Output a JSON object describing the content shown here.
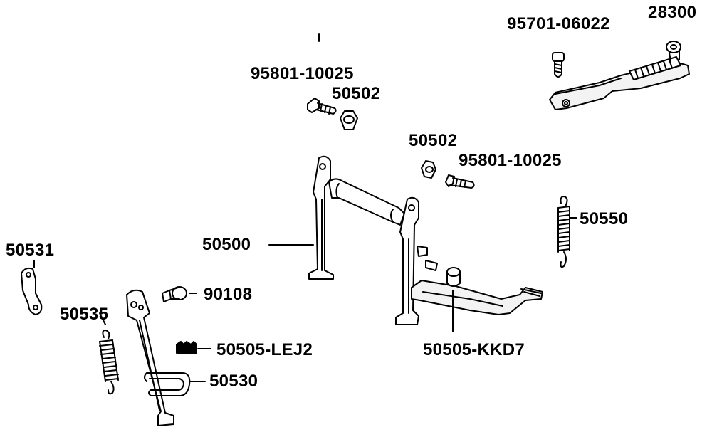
{
  "diagram": {
    "labels": {
      "screw_top": "95701-06022",
      "kick_lever": "28300",
      "bolt_left": "95801-10025",
      "nut_left": "50502",
      "nut_right": "50502",
      "bolt_right": "95801-10025",
      "spring_right": "50550",
      "main_stand": "50500",
      "plate": "50531",
      "bolt_small": "90108",
      "spring_left": "50535",
      "rubber_lej2": "50505-LEJ2",
      "rubber_kkd7": "50505-KKD7",
      "side_stand_bracket": "50530"
    }
  }
}
